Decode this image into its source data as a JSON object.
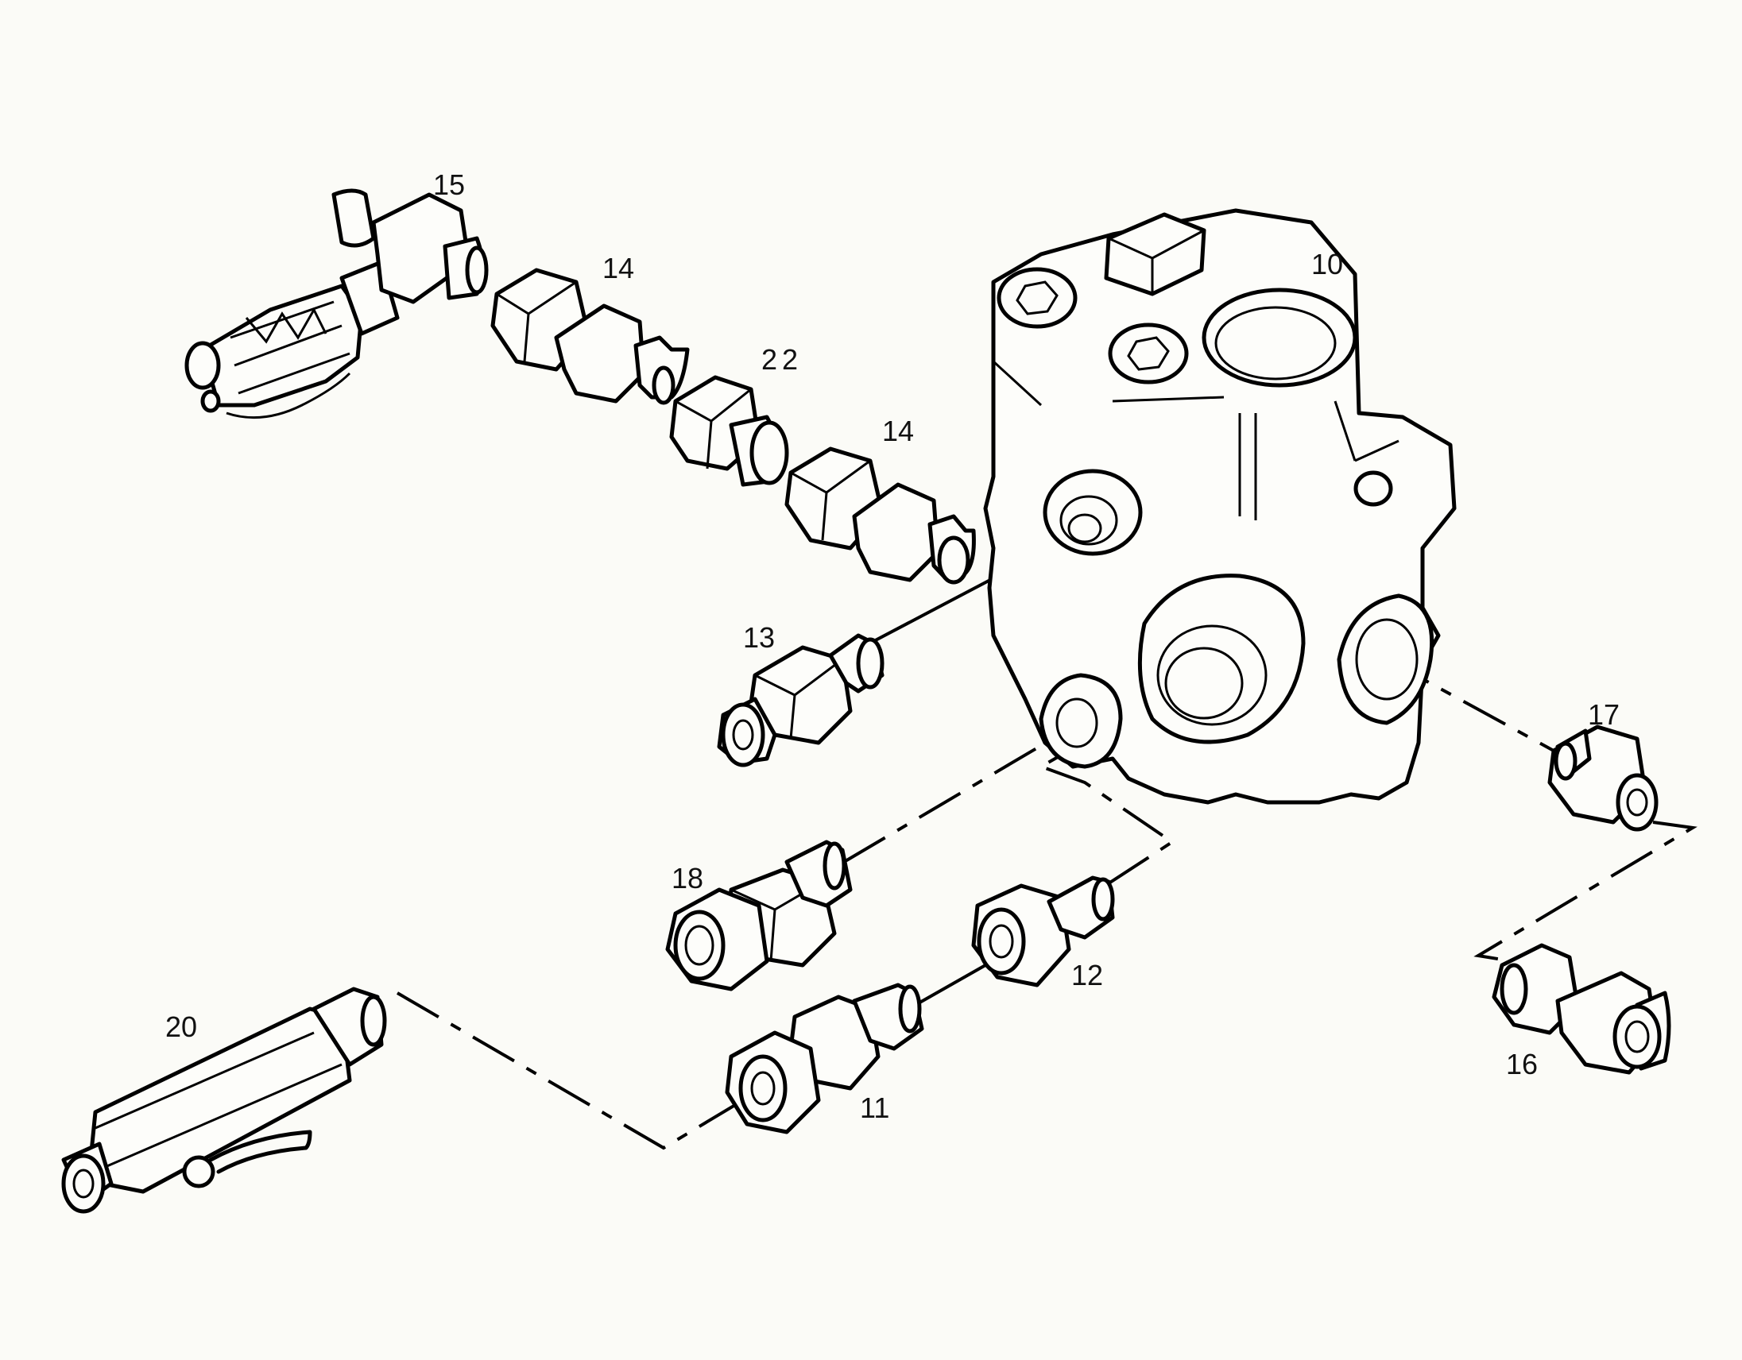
{
  "diagram": {
    "parts": [
      {
        "id": "part-10",
        "label": "10"
      },
      {
        "id": "part-11",
        "label": "11"
      },
      {
        "id": "part-12",
        "label": "12"
      },
      {
        "id": "part-13",
        "label": "13"
      },
      {
        "id": "part-14a",
        "label": "14"
      },
      {
        "id": "part-14b",
        "label": "14"
      },
      {
        "id": "part-15",
        "label": "15"
      },
      {
        "id": "part-16",
        "label": "16"
      },
      {
        "id": "part-17",
        "label": "17"
      },
      {
        "id": "part-18",
        "label": "18"
      },
      {
        "id": "part-20",
        "label": "20"
      },
      {
        "id": "part-22",
        "label": "22"
      }
    ]
  }
}
